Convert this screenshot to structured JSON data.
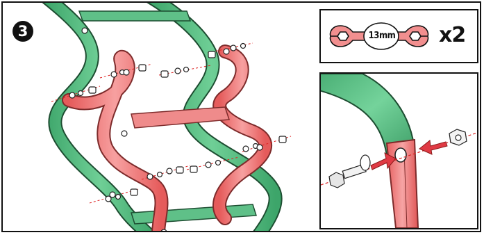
{
  "step": {
    "number": "3"
  },
  "tool": {
    "icon": "wrench-icon",
    "size_label": "13mm",
    "quantity_label": "x2"
  },
  "colors": {
    "green_rail": "#4fb57a",
    "green_dark": "#2f7f4f",
    "red_rail": "#ea6e6e",
    "red_dark": "#a23b3b",
    "arrow": "#e03a44",
    "outline": "#111111"
  }
}
